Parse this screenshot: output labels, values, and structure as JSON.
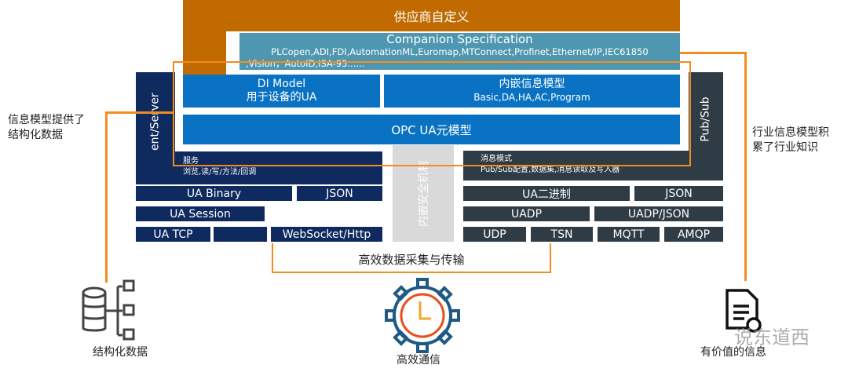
{
  "vendor": {
    "title": "供应商自定义"
  },
  "companion": {
    "title": "Companion Specification",
    "line1": "PLCopen,ADI,FDI,AutomationML,Euromap,MTConnect,Profinet,Ethernet/IP,IEC61850",
    "line2": ",Vision，AutoID,ISA-95......"
  },
  "di_model": {
    "title": "DI Model",
    "subtitle": "用于设备的UA"
  },
  "builtin_model": {
    "title": "内嵌信息模型",
    "subtitle": "Basic,DA,HA,AC,Program"
  },
  "opcua_meta": "OPC UA元模型",
  "client_server": "Client/Server",
  "pub_sub": "Pub/Sub",
  "security": "内嵌安全机制",
  "services": {
    "title": "服务",
    "desc": "浏览,读/写/方法/回调"
  },
  "messaging": {
    "title": "消息模式",
    "desc": "Pub/Sub配置,数据集,消息读取及写入器"
  },
  "left_stack": {
    "ua_binary": "UA Binary",
    "json": "JSON",
    "ua_session": "UA Session",
    "ua_tcp": "UA TCP",
    "blank": "",
    "websocket": "WebSocket/Http"
  },
  "right_stack": {
    "ua_binary": "UA二进制",
    "json": "JSON",
    "uadp": "UADP",
    "uadp_json": "UADP/JSON",
    "udp": "UDP",
    "tsn": "TSN",
    "mqtt": "MQTT",
    "amqp": "AMQP"
  },
  "bracket_label": "高效数据采集与传输",
  "left_note": [
    "信息模型提供了",
    "结构化数据"
  ],
  "right_note": [
    "行业信息模型积",
    "累了行业知识"
  ],
  "icons": {
    "structured": "结构化数据",
    "comm": "高效通信",
    "info": "有价值的信息"
  },
  "watermark": "说东道西",
  "colors": {
    "orange": "#f28c1e",
    "vendor": "#c06a00",
    "teal": "#4f97b0",
    "blue": "#0a72c2",
    "navy": "#0f2a5e",
    "dark": "#2f3b45",
    "gray": "#d9d9d9"
  }
}
